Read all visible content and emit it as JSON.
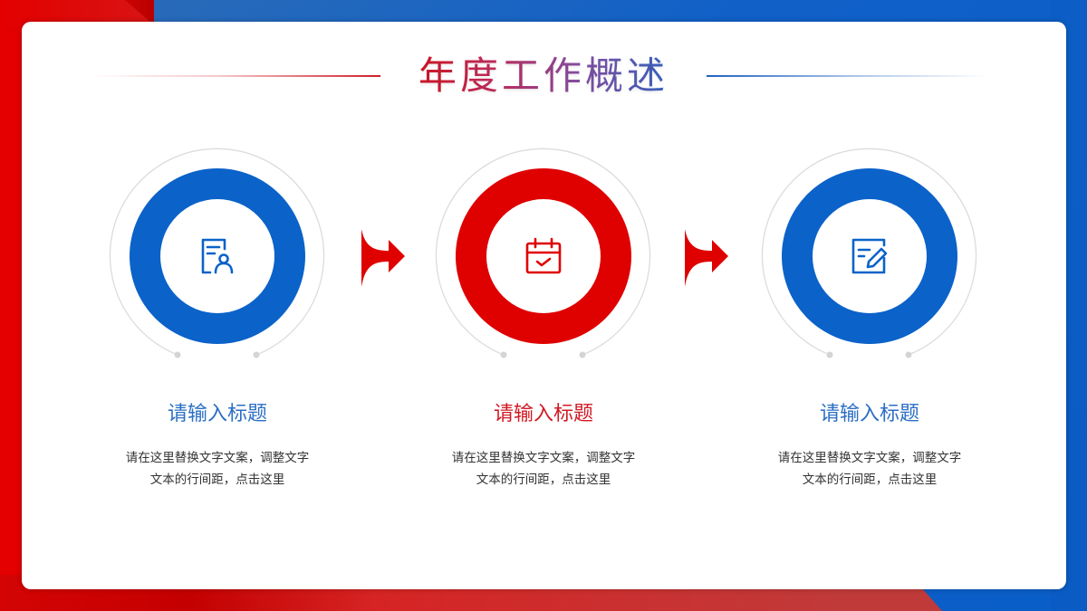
{
  "colors": {
    "blue": "#0b62c9",
    "red": "#df0000",
    "orbit_grey": "#dcdcdc"
  },
  "slide": {
    "title": "年度工作概述"
  },
  "steps": [
    {
      "icon": "document-user-icon",
      "color": "#0b62c9",
      "title": "请输入标题",
      "description_line1": "请在这里替换文字文案，调整文字",
      "description_line2": "文本的行间距，点击这里"
    },
    {
      "icon": "calendar-check-icon",
      "color": "#df0000",
      "title": "请输入标题",
      "description_line1": "请在这里替换文字文案，调整文字",
      "description_line2": "文本的行间距，点击这里"
    },
    {
      "icon": "document-edit-icon",
      "color": "#0b62c9",
      "title": "请输入标题",
      "description_line1": "请在这里替换文字文案，调整文字",
      "description_line2": "文本的行间距，点击这里"
    }
  ],
  "arrows": [
    {
      "icon": "arrow-right-icon",
      "color": "#df0000"
    },
    {
      "icon": "arrow-right-icon",
      "color": "#df0000"
    }
  ]
}
